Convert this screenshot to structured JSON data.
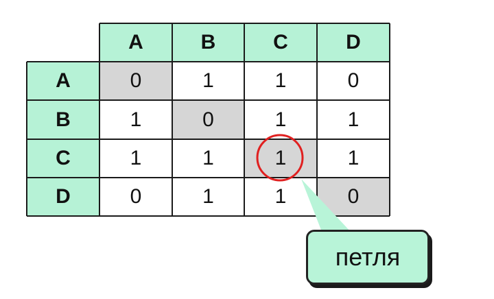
{
  "table": {
    "col_headers": [
      "A",
      "B",
      "C",
      "D"
    ],
    "row_headers": [
      "A",
      "B",
      "C",
      "D"
    ],
    "rows": [
      [
        "0",
        "1",
        "1",
        "0"
      ],
      [
        "1",
        "0",
        "1",
        "1"
      ],
      [
        "1",
        "1",
        "1",
        "1"
      ],
      [
        "0",
        "1",
        "1",
        "0"
      ]
    ]
  },
  "callout": {
    "label": "петля"
  },
  "colors": {
    "header_bg": "#b6f2d6",
    "diagonal_bg": "#d6d6d6",
    "callout_bg": "#b8f4d8",
    "highlight_circle": "#e02020"
  }
}
